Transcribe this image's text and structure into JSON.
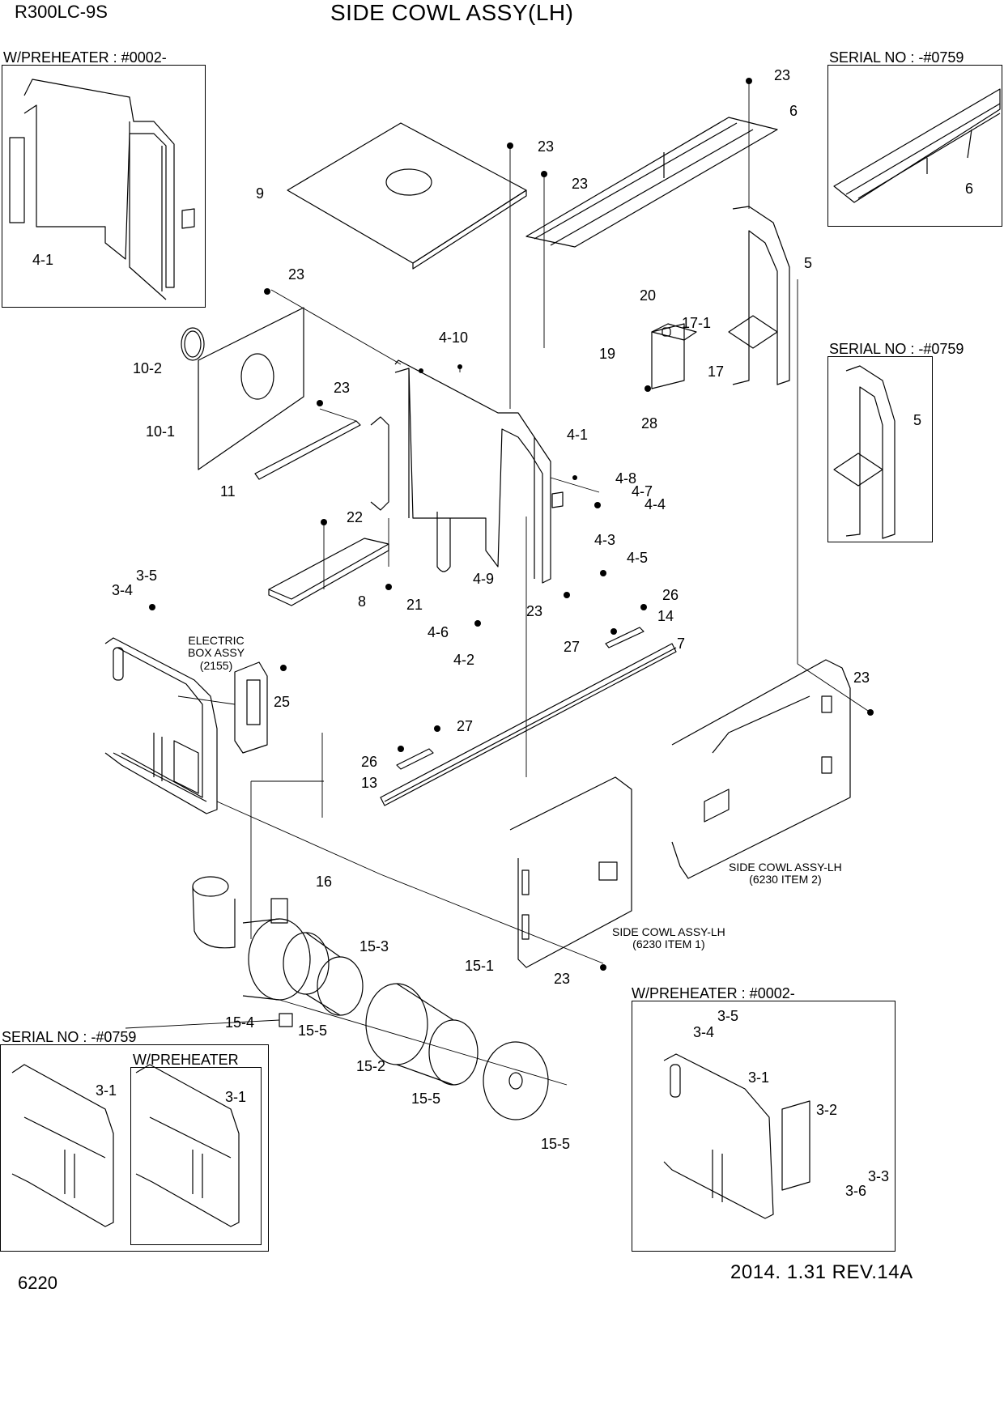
{
  "header": {
    "model": "R300LC-9S",
    "title": "SIDE COWL ASSY(LH)"
  },
  "footer": {
    "page_number": "6220",
    "revision": "2014. 1.31  REV.14A"
  },
  "insets": {
    "top_left_header": "W/PREHEATER : #0002-",
    "top_right_header": "SERIAL NO : -#0759",
    "right_mid_header": "SERIAL NO : -#0759",
    "bottom_left_header": "SERIAL NO : -#0759",
    "bottom_left_sub_header": "W/PREHEATER",
    "bottom_right_header": "W/PREHEATER : #0002-"
  },
  "notes": {
    "electric_box": "ELECTRIC\nBOX ASSY\n(2155)",
    "side_cowl_item2": "SIDE COWL ASSY-LH\n(6230 ITEM 2)",
    "side_cowl_item1": "SIDE COWL ASSY-LH\n(6230 ITEM 1)"
  },
  "callouts": {
    "c4_1_inset": "4-1",
    "c6_inset": "6",
    "c5_inset": "5",
    "c23_a": "23",
    "c6": "6",
    "c23_b": "23",
    "c23_c": "23",
    "c9": "9",
    "c5": "5",
    "c23_d": "23",
    "c20": "20",
    "c17_1": "17-1",
    "c19": "19",
    "c17": "17",
    "c28": "28",
    "c10_2": "10-2",
    "c4_10": "4-10",
    "c23_e": "23",
    "c10_1": "10-1",
    "c4_1": "4-1",
    "c11": "11",
    "c4_8": "4-8",
    "c4_7": "4-7",
    "c4_4": "4-4",
    "c22": "22",
    "c4_3": "4-3",
    "c4_5": "4-5",
    "c3_5": "3-5",
    "c3_4": "3-4",
    "c4_9": "4-9",
    "c8": "8",
    "c21": "21",
    "c23_f": "23",
    "c26_a": "26",
    "c14": "14",
    "c4_6": "4-6",
    "c27_a": "27",
    "c7": "7",
    "c4_2": "4-2",
    "c25": "25",
    "c23_g": "23",
    "c27_b": "27",
    "c26_b": "26",
    "c13": "13",
    "c16": "16",
    "c15_3": "15-3",
    "c15_1": "15-1",
    "c23_h": "23",
    "c15_4": "15-4",
    "c15_5_a": "15-5",
    "c15_2": "15-2",
    "c15_5_b": "15-5",
    "c15_5_c": "15-5",
    "c3_1_l1": "3-1",
    "c3_1_l2": "3-1",
    "c3_5_r": "3-5",
    "c3_4_r": "3-4",
    "c3_1_r": "3-1",
    "c3_2_r": "3-2",
    "c3_3_r": "3-3",
    "c3_6_r": "3-6"
  }
}
